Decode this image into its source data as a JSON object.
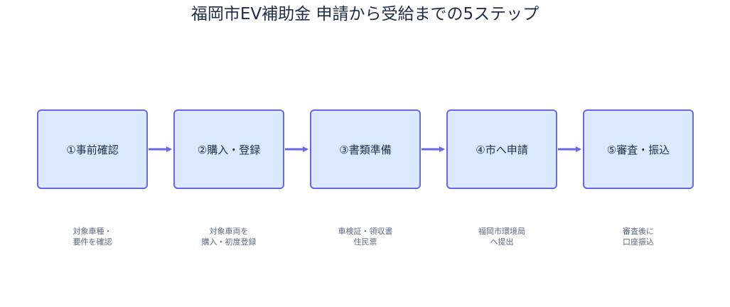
{
  "title": "福岡市EV補助金 申請から受給までの5ステップ",
  "colors": {
    "box_fill": "#dbe8fd",
    "box_border": "#6868e6",
    "arrow": "#6868e6",
    "title_text": "#1f2d4a",
    "desc_text": "#5a6a82"
  },
  "steps": [
    {
      "label": "①事前確認",
      "desc_line1": "対象車種・",
      "desc_line2": "要件を確認"
    },
    {
      "label": "②購入・登録",
      "desc_line1": "対象車両を",
      "desc_line2": "購入・初度登録"
    },
    {
      "label": "③書類準備",
      "desc_line1": "車検証・領収書",
      "desc_line2": "住民票"
    },
    {
      "label": "④市へ申請",
      "desc_line1": "福岡市環境局",
      "desc_line2": "へ提出"
    },
    {
      "label": "⑤審査・振込",
      "desc_line1": "審査後に",
      "desc_line2": "口座振込"
    }
  ]
}
